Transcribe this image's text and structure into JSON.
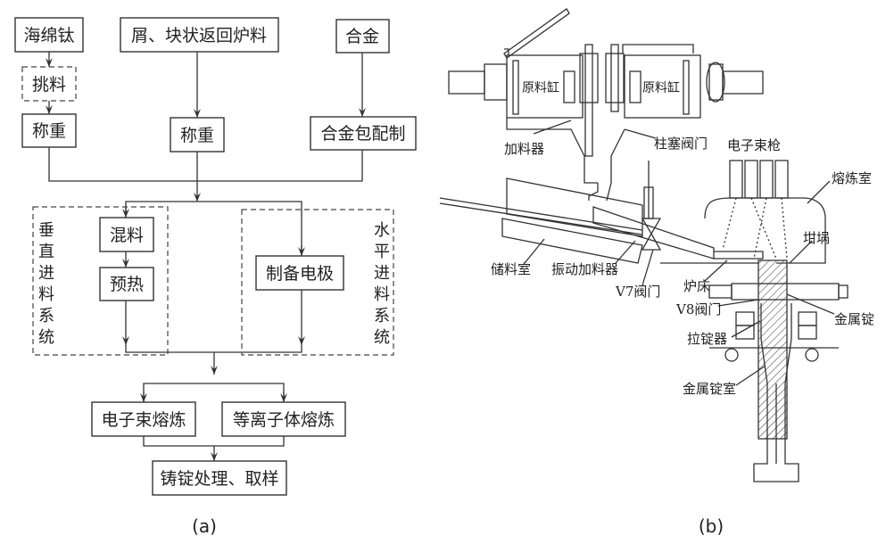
{
  "flowchart": {
    "caption": "(a)",
    "inputs": [
      "海绵钛",
      "屑、块状返回炉料",
      "合金"
    ],
    "pick": "挑料",
    "weigh_left": "称重",
    "weigh_mid": "称重",
    "alloy_pack": "合金包配制",
    "vertical_system": [
      "垂",
      "直",
      "进",
      "料",
      "系",
      "统"
    ],
    "horizontal_system": [
      "水",
      "平",
      "进",
      "料",
      "系",
      "统"
    ],
    "mix": "混料",
    "preheat": "预热",
    "electrode": "制备电极",
    "ebm": "电子束熔炼",
    "plasma": "等离子体熔炼",
    "ingot": "铸锭处理、取样"
  },
  "schematic": {
    "caption": "(b)",
    "labels": {
      "hopper_left": "原料缸",
      "hopper_right": "原料缸",
      "feeder": "加料器",
      "plunger_valve": "柱塞阀门",
      "eb_gun": "电子束枪",
      "melting_chamber": "熔炼室",
      "crucible": "坩埚",
      "storage": "储料室",
      "vibro_feeder": "振动加料器",
      "v7": "V7阀门",
      "hearth": "炉床",
      "v8": "V8阀门",
      "ingot": "金属锭",
      "puller": "拉锭器",
      "ingot_chamber": "金属锭室"
    }
  }
}
